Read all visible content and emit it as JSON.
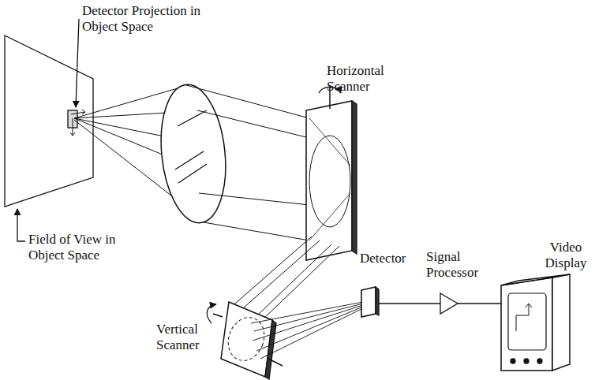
{
  "diagram": {
    "labels": [
      "Detector Projection in Object Space",
      "Horizontal Scanner",
      "Field of View in Object Space",
      "Vertical Scanner",
      "Detector",
      "Signal Processor",
      "Video Display"
    ]
  }
}
